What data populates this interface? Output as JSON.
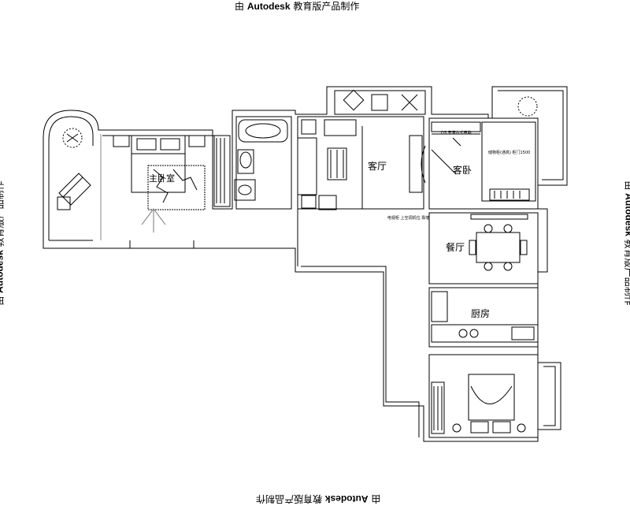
{
  "watermark": {
    "prefix": "由 ",
    "brand": "Autodesk",
    "suffix": " 教育版产品制作"
  },
  "rooms": {
    "master_bedroom": "主卧室",
    "living_room": "客厅",
    "guest_bedroom": "客卧",
    "dining_room": "餐厅",
    "kitchen": "厨房"
  },
  "small_labels": {
    "guest_note_1": "DS  安装台式电脑",
    "guest_note_2": "储物柜(通高) 柜门1500",
    "living_note": "电视柜 上空调机位 靠墙"
  }
}
